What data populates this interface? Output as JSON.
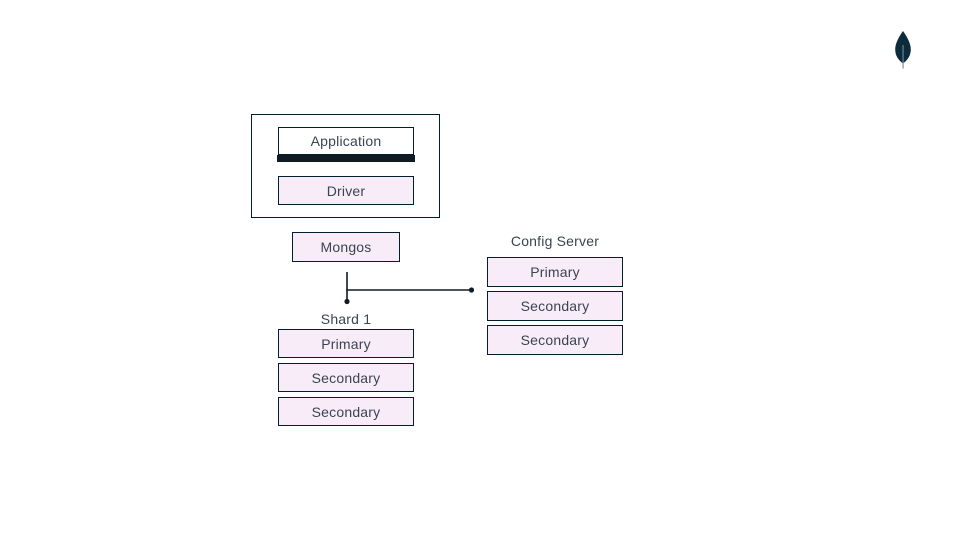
{
  "page": {
    "background_color": "#ffffff"
  },
  "logo": {
    "name": "mongodb-leaf",
    "color": "#0c2b3d"
  },
  "colors": {
    "box_border": "#001E2B",
    "box_fill_pink": "#f9ecf9",
    "box_fill_white": "#ffffff",
    "connector_line": "#111b24",
    "text": "#3a4450"
  },
  "application_group": {
    "application_label": "Application",
    "driver_label": "Driver"
  },
  "mongos": {
    "label": "Mongos"
  },
  "shard1": {
    "title": "Shard 1",
    "nodes": [
      "Primary",
      "Secondary",
      "Secondary"
    ]
  },
  "config_server": {
    "title": "Config Server",
    "nodes": [
      "Primary",
      "Secondary",
      "Secondary"
    ]
  }
}
